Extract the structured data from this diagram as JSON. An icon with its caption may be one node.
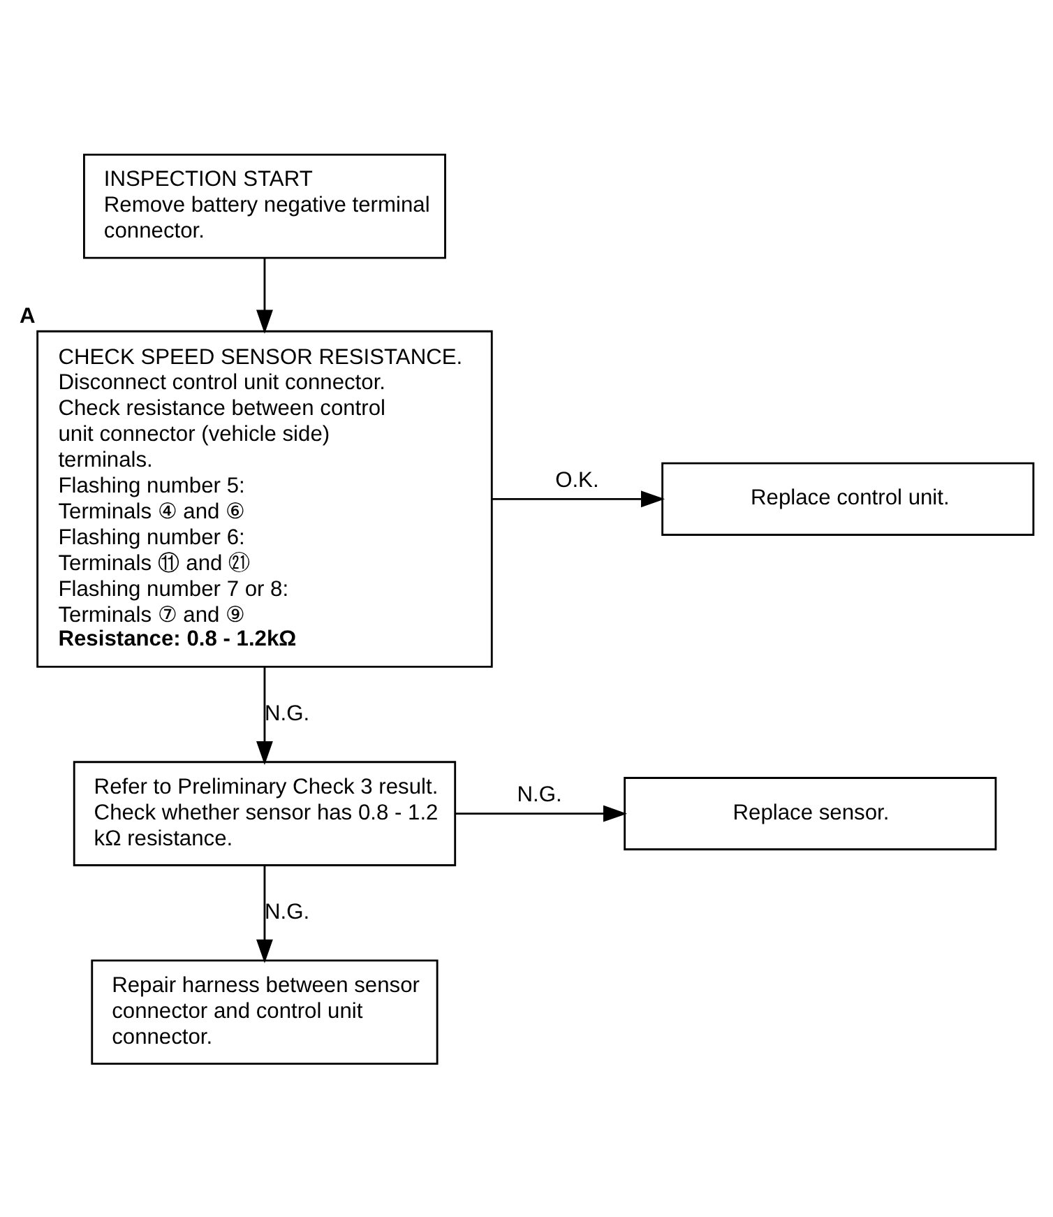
{
  "diagram": {
    "nodes": [
      {
        "text": [
          "INSPECTION START",
          "Remove battery negative terminal connector."
        ]
      },
      {
        "text": [
          "CHECK SPEED SENSOR RESISTANCE.",
          "Disconnect control unit connector.",
          "Check resistance between control unit connector (vehicle side) terminals.",
          "Flashing number 5:",
          "Terminals ④ and ⑥",
          "Flashing number 6:",
          "Terminals ⑪ and ㉑",
          "Flashing number 7 or 8:",
          "Terminals ⑦ and ⑨",
          "Resistance: 0.8 - 1.2kΩ"
        ],
        "beside": [
          "A"
        ]
      },
      {
        "text": [
          "Replace control unit."
        ]
      },
      {
        "text": [
          "Refer to Preliminary Check 3 result.",
          "Check whether sensor has 0.8 - 1.2 kΩ resistance."
        ]
      },
      {
        "text": [
          "Replace sensor."
        ]
      },
      {
        "text": [
          "Repair harness between sensor connector and control unit connector."
        ]
      }
    ],
    "edges": [
      {
        "from": 0,
        "to": 1,
        "arrow": "to"
      },
      {
        "from": 1,
        "to": 2,
        "arrow": "to",
        "label": "O.K."
      },
      {
        "from": 1,
        "to": 3,
        "arrow": "to",
        "label": "N.G."
      },
      {
        "from": 3,
        "to": 4,
        "arrow": "to",
        "label": "N.G."
      },
      {
        "from": 3,
        "to": 5,
        "arrow": "to",
        "label": "N.G."
      }
    ]
  }
}
